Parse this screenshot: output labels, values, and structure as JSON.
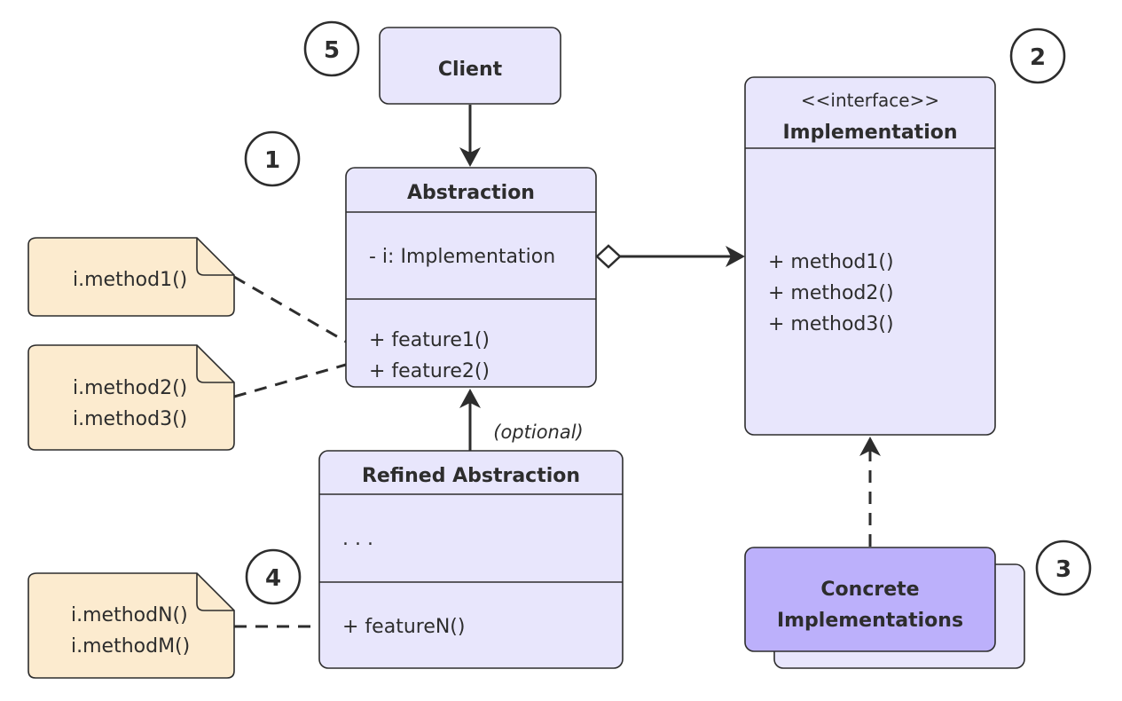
{
  "client": {
    "label": "Client"
  },
  "abstraction": {
    "title": "Abstraction",
    "field": "- i: Implementation",
    "methods": [
      "+ feature1()",
      "+ feature2()"
    ]
  },
  "implementation": {
    "stereotype": "<<interface>>",
    "title": "Implementation",
    "methods": [
      "+ method1()",
      "+ method2()",
      "+ method3()"
    ]
  },
  "refined": {
    "title": "Refined Abstraction",
    "body": ". . .",
    "method": "+ featureN()"
  },
  "concrete": {
    "line1": "Concrete",
    "line2": "Implementations"
  },
  "notes": {
    "note1": [
      "i.method1()"
    ],
    "note2": [
      "i.method2()",
      "i.method3()"
    ],
    "note3": [
      "i.methodN()",
      "i.methodM()"
    ]
  },
  "optional_label": "(optional)",
  "markers": [
    "1",
    "2",
    "3",
    "4",
    "5"
  ],
  "colors": {
    "class_fill": "#e8e6fc",
    "concrete_fill": "#bcb0fb",
    "note_fill": "#fcebcf",
    "stroke": "#2d2d2d"
  }
}
